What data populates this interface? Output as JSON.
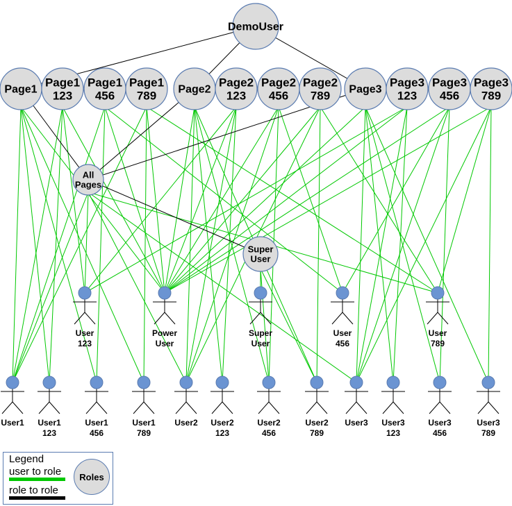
{
  "colors": {
    "user_to_role": "#00c800",
    "role_to_role": "#000000",
    "node_fill": "#dcdcdc",
    "node_stroke": "#5a7bb0",
    "actor_head": "#6b94d2"
  },
  "roles": [
    {
      "id": "demo",
      "label": [
        "DemoUser"
      ]
    },
    {
      "id": "p1",
      "label": [
        "Page1"
      ]
    },
    {
      "id": "p1_123",
      "label": [
        "Page1",
        "123"
      ]
    },
    {
      "id": "p1_456",
      "label": [
        "Page1",
        "456"
      ]
    },
    {
      "id": "p1_789",
      "label": [
        "Page1",
        "789"
      ]
    },
    {
      "id": "p2",
      "label": [
        "Page2"
      ]
    },
    {
      "id": "p2_123",
      "label": [
        "Page2",
        "123"
      ]
    },
    {
      "id": "p2_456",
      "label": [
        "Page2",
        "456"
      ]
    },
    {
      "id": "p2_789",
      "label": [
        "Page2",
        "789"
      ]
    },
    {
      "id": "p3",
      "label": [
        "Page3"
      ]
    },
    {
      "id": "p3_123",
      "label": [
        "Page3",
        "123"
      ]
    },
    {
      "id": "p3_456",
      "label": [
        "Page3",
        "456"
      ]
    },
    {
      "id": "p3_789",
      "label": [
        "Page3",
        "789"
      ]
    },
    {
      "id": "all",
      "label": [
        "All",
        "Pages"
      ]
    },
    {
      "id": "super",
      "label": [
        "Super",
        "User"
      ]
    }
  ],
  "users": [
    {
      "id": "u123",
      "label": [
        "User",
        "123"
      ]
    },
    {
      "id": "upow",
      "label": [
        "Power",
        "User"
      ]
    },
    {
      "id": "usup",
      "label": [
        "Super",
        "User"
      ]
    },
    {
      "id": "u456",
      "label": [
        "User",
        "456"
      ]
    },
    {
      "id": "u789",
      "label": [
        "User",
        "789"
      ]
    },
    {
      "id": "u1",
      "label": [
        "User1"
      ]
    },
    {
      "id": "u1_123",
      "label": [
        "User1",
        "123"
      ]
    },
    {
      "id": "u1_456",
      "label": [
        "User1",
        "456"
      ]
    },
    {
      "id": "u1_789",
      "label": [
        "User1",
        "789"
      ]
    },
    {
      "id": "u2",
      "label": [
        "User2"
      ]
    },
    {
      "id": "u2_123",
      "label": [
        "User2",
        "123"
      ]
    },
    {
      "id": "u2_456",
      "label": [
        "User2",
        "456"
      ]
    },
    {
      "id": "u2_789",
      "label": [
        "User2",
        "789"
      ]
    },
    {
      "id": "u3",
      "label": [
        "User3"
      ]
    },
    {
      "id": "u3_123",
      "label": [
        "User3",
        "123"
      ]
    },
    {
      "id": "u3_456",
      "label": [
        "User3",
        "456"
      ]
    },
    {
      "id": "u3_789",
      "label": [
        "User3",
        "789"
      ]
    }
  ],
  "role_edges": [
    [
      "demo",
      "p1"
    ],
    [
      "demo",
      "p2"
    ],
    [
      "demo",
      "p3"
    ],
    [
      "p1",
      "all"
    ],
    [
      "p2",
      "all"
    ],
    [
      "p3",
      "all"
    ],
    [
      "all",
      "super"
    ]
  ],
  "user_edges": [
    [
      "p1",
      "u1"
    ],
    [
      "p1",
      "u1_123"
    ],
    [
      "p1",
      "u1_456"
    ],
    [
      "p1",
      "u1_789"
    ],
    [
      "p1",
      "upow"
    ],
    [
      "p1_123",
      "u1"
    ],
    [
      "p1_123",
      "u1_123"
    ],
    [
      "p1_123",
      "u123"
    ],
    [
      "p1_123",
      "upow"
    ],
    [
      "p1_456",
      "u1"
    ],
    [
      "p1_456",
      "u1_456"
    ],
    [
      "p1_456",
      "u456"
    ],
    [
      "p1_456",
      "upow"
    ],
    [
      "p1_789",
      "u1"
    ],
    [
      "p1_789",
      "u1_789"
    ],
    [
      "p1_789",
      "u789"
    ],
    [
      "p1_789",
      "upow"
    ],
    [
      "p2",
      "u2"
    ],
    [
      "p2",
      "u2_123"
    ],
    [
      "p2",
      "u2_456"
    ],
    [
      "p2",
      "u2_789"
    ],
    [
      "p2",
      "upow"
    ],
    [
      "p2_123",
      "u2"
    ],
    [
      "p2_123",
      "u2_123"
    ],
    [
      "p2_123",
      "u123"
    ],
    [
      "p2_123",
      "upow"
    ],
    [
      "p2_456",
      "u2"
    ],
    [
      "p2_456",
      "u2_456"
    ],
    [
      "p2_456",
      "u456"
    ],
    [
      "p2_456",
      "upow"
    ],
    [
      "p2_789",
      "u2"
    ],
    [
      "p2_789",
      "u2_789"
    ],
    [
      "p2_789",
      "u789"
    ],
    [
      "p2_789",
      "upow"
    ],
    [
      "p3",
      "u3"
    ],
    [
      "p3",
      "u3_123"
    ],
    [
      "p3",
      "u3_456"
    ],
    [
      "p3",
      "u3_789"
    ],
    [
      "p3",
      "upow"
    ],
    [
      "p3_123",
      "u3"
    ],
    [
      "p3_123",
      "u3_123"
    ],
    [
      "p3_123",
      "u123"
    ],
    [
      "p3_123",
      "upow"
    ],
    [
      "p3_456",
      "u3"
    ],
    [
      "p3_456",
      "u3_456"
    ],
    [
      "p3_456",
      "u456"
    ],
    [
      "p3_456",
      "upow"
    ],
    [
      "p3_789",
      "u3"
    ],
    [
      "p3_789",
      "u3_789"
    ],
    [
      "p3_789",
      "u789"
    ],
    [
      "p3_789",
      "upow"
    ],
    [
      "all",
      "u1"
    ],
    [
      "all",
      "u2"
    ],
    [
      "all",
      "u3"
    ],
    [
      "all",
      "u123"
    ],
    [
      "all",
      "u789"
    ],
    [
      "super",
      "usup"
    ],
    [
      "super",
      "u2_456"
    ],
    [
      "super",
      "u2_789"
    ]
  ],
  "legend": {
    "title": "Legend",
    "user_to_role": "user to role",
    "role_to_role": "role to role",
    "roles": "Roles"
  }
}
